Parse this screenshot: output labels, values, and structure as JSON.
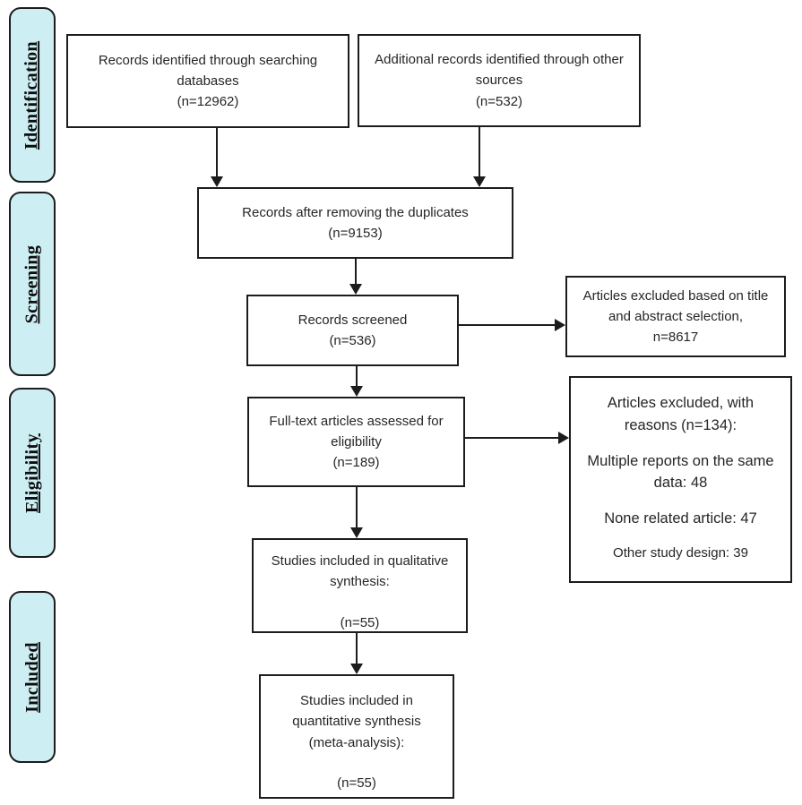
{
  "colors": {
    "phase_fill": "#cdeff3",
    "border": "#1c1c1c",
    "text": "#262626",
    "background": "#ffffff"
  },
  "sidebar": {
    "labels": [
      {
        "label": "Identification"
      },
      {
        "label": "Screening"
      },
      {
        "label": "Eligibility"
      },
      {
        "label": "Included"
      }
    ]
  },
  "boxes": {
    "records_identified": {
      "line1": "Records identified through searching databases",
      "line2": "(n=12962)"
    },
    "additional_records": {
      "line1": "Additional records identified through other sources",
      "line2": "(n=532)"
    },
    "after_duplicates": {
      "line1": "Records after removing the duplicates",
      "line2": "(n=9153)"
    },
    "records_screened": {
      "line1": "Records screened",
      "line2": "(n=536)"
    },
    "excluded_screening": {
      "line1": "Articles excluded based on title and abstract selection,",
      "line2": "n=8617"
    },
    "fulltext_assessed": {
      "line1": "Full-text articles assessed for eligibility",
      "line2": "(n=189)"
    },
    "excluded_reasons": {
      "title": "Articles excluded, with reasons (n=134):",
      "items": [
        "Multiple reports on the same data: 48",
        "None related article: 47",
        "Other study design: 39"
      ]
    },
    "qualitative": {
      "line1": "Studies included in qualitative synthesis:",
      "line2": "(n=55)"
    },
    "quantitative": {
      "line1": "Studies included in quantitative synthesis (meta-analysis):",
      "line2": "(n=55)"
    }
  }
}
